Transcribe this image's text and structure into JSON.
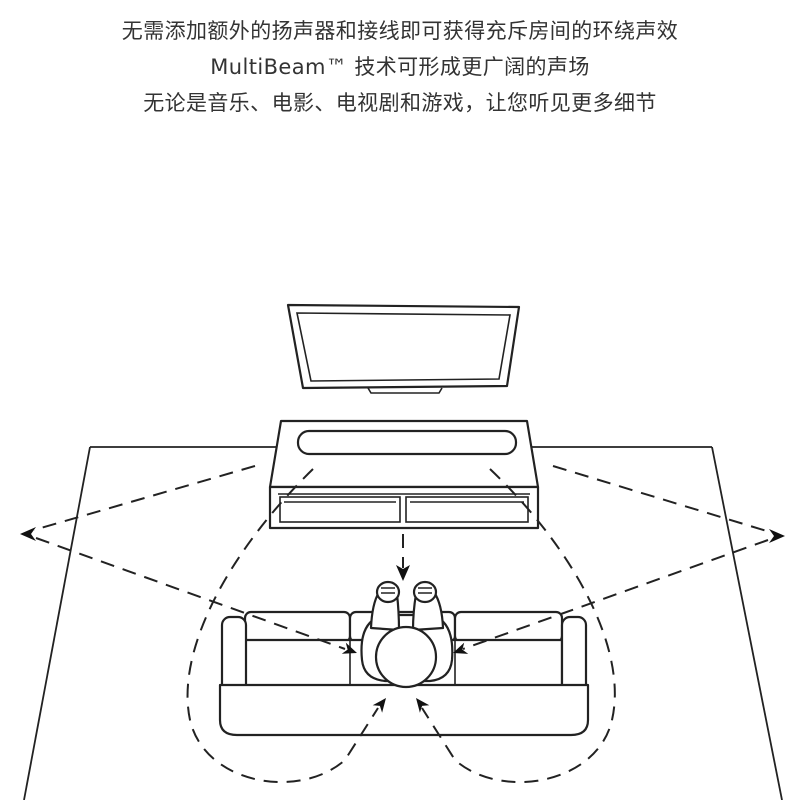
{
  "header": {
    "line1": "无需添加额外的扬声器和接线即可获得充斥房间的环绕声效",
    "line2": "MultiBeam™ 技术可形成更广阔的声场",
    "line3": "无论是音乐、电影、电视剧和游戏，让您听见更多细节"
  },
  "colors": {
    "background": "#ffffff",
    "text": "#333333",
    "line": "#222222"
  }
}
